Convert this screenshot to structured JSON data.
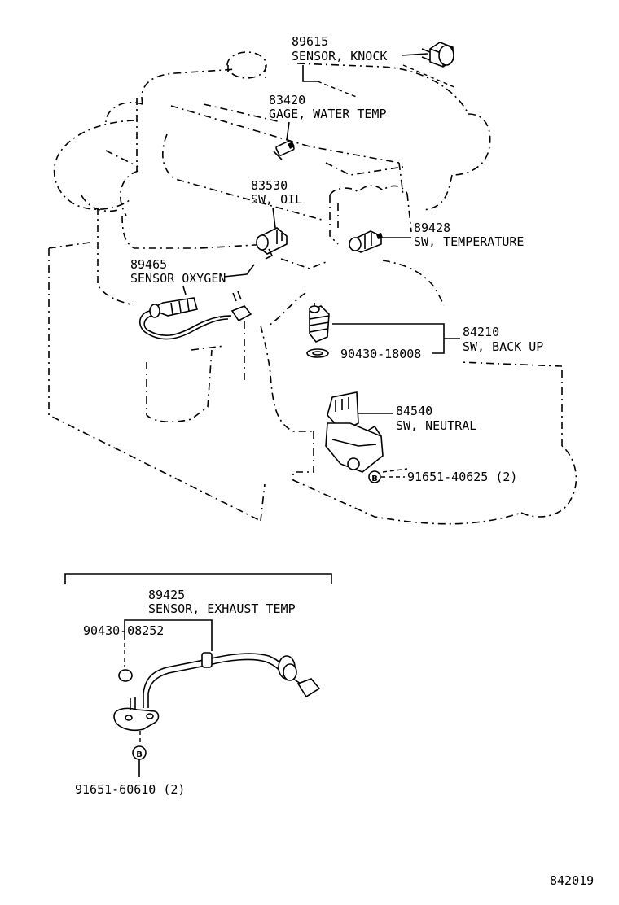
{
  "parts": {
    "knock_sensor": {
      "number": "89615",
      "name": "SENSOR, KNOCK"
    },
    "water_temp_gage": {
      "number": "83420",
      "name": "GAGE, WATER TEMP"
    },
    "oil_switch": {
      "number": "83530",
      "name": "SW, OIL"
    },
    "temperature_switch": {
      "number": "89428",
      "name": "SW, TEMPERATURE"
    },
    "oxygen_sensor": {
      "number": "89465",
      "name": "SENSOR OXYGEN"
    },
    "back_up_switch": {
      "number": "84210",
      "name": "SW, BACK UP"
    },
    "back_up_gasket": {
      "number": "90430-18008"
    },
    "neutral_switch": {
      "number": "84540",
      "name": "SW, NEUTRAL"
    },
    "neutral_bolt": {
      "number": "91651-40625 (2)",
      "marker": "B"
    },
    "exhaust_temp_sensor": {
      "number": "89425",
      "name": "SENSOR, EXHAUST TEMP"
    },
    "exhaust_gasket": {
      "number": "90430-08252"
    },
    "exhaust_bolt": {
      "number": "91651-60610 (2)",
      "marker": "B"
    }
  },
  "diagram_id": "842019"
}
